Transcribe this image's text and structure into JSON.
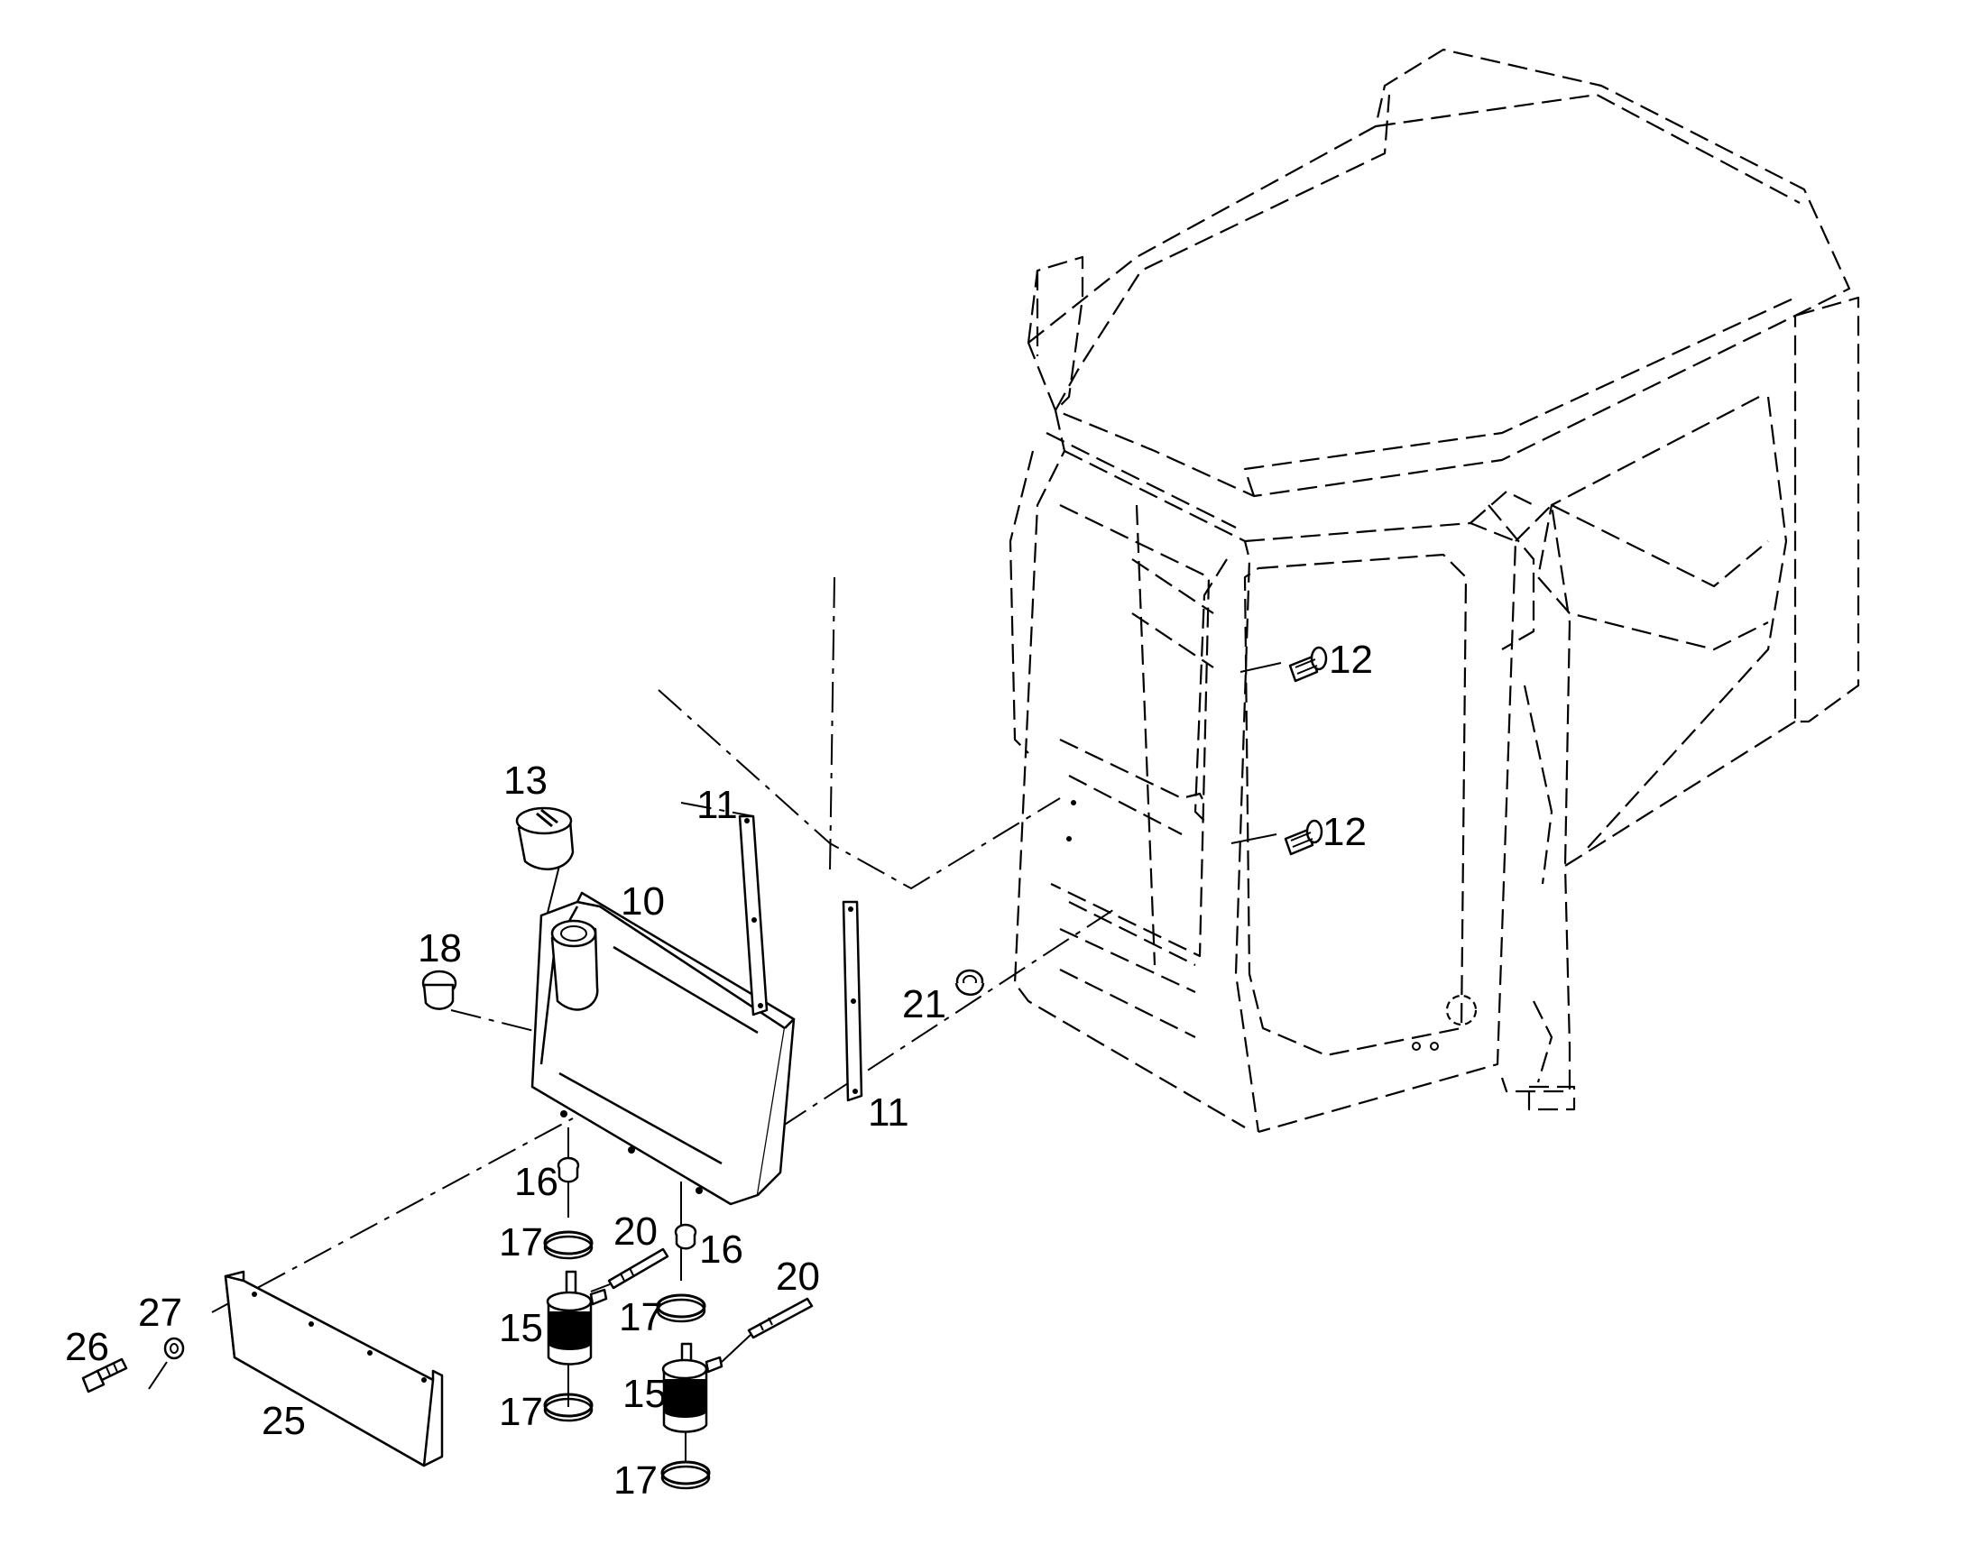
{
  "drawing": {
    "callouts": [
      {
        "id": "c10",
        "text": "10"
      },
      {
        "id": "c11a",
        "text": "11"
      },
      {
        "id": "c11b",
        "text": "11"
      },
      {
        "id": "c12a",
        "text": "12"
      },
      {
        "id": "c12b",
        "text": "12"
      },
      {
        "id": "c13",
        "text": "13"
      },
      {
        "id": "c15a",
        "text": "15"
      },
      {
        "id": "c15b",
        "text": "15"
      },
      {
        "id": "c16a",
        "text": "16"
      },
      {
        "id": "c16b",
        "text": "16"
      },
      {
        "id": "c17a",
        "text": "17"
      },
      {
        "id": "c17b",
        "text": "17"
      },
      {
        "id": "c17c",
        "text": "17"
      },
      {
        "id": "c17d",
        "text": "17"
      },
      {
        "id": "c18",
        "text": "18"
      },
      {
        "id": "c20a",
        "text": "20"
      },
      {
        "id": "c20b",
        "text": "20"
      },
      {
        "id": "c21",
        "text": "21"
      },
      {
        "id": "c25",
        "text": "25"
      },
      {
        "id": "c26",
        "text": "26"
      },
      {
        "id": "c27",
        "text": "27"
      }
    ]
  }
}
